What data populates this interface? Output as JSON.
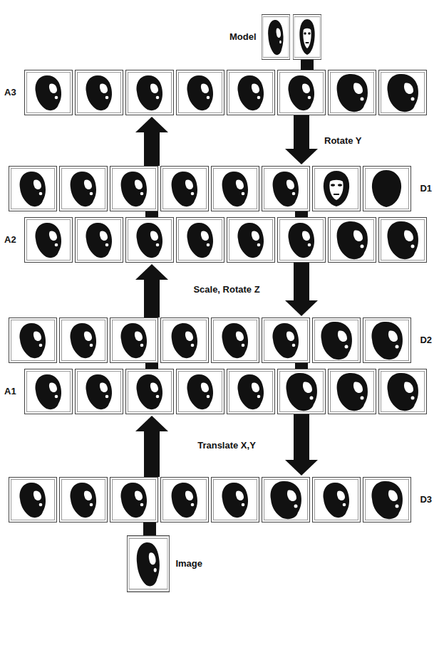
{
  "diagram": {
    "nodes": [
      {
        "text": [
          "Model"
        ]
      },
      {
        "text": [
          "A3"
        ]
      },
      {
        "text": [
          "D1"
        ]
      },
      {
        "text": [
          "A2"
        ]
      },
      {
        "text": [
          "D2"
        ]
      },
      {
        "text": [
          "A1"
        ]
      },
      {
        "text": [
          "D3"
        ]
      },
      {
        "text": [
          "Image"
        ]
      }
    ],
    "edges": [
      {
        "from": 0,
        "to": 1,
        "arrow": "none"
      },
      {
        "from": 1,
        "to": 2,
        "arrow": "to",
        "label": "Rotate Y"
      },
      {
        "from": 2,
        "to": 1,
        "arrow": "to"
      },
      {
        "from": 3,
        "to": 2,
        "arrow": "none"
      },
      {
        "from": 2,
        "to": 3,
        "arrow": "none"
      },
      {
        "from": 3,
        "to": 4,
        "arrow": "to",
        "label": "Scale, Rotate Z"
      },
      {
        "from": 4,
        "to": 3,
        "arrow": "to"
      },
      {
        "from": 5,
        "to": 4,
        "arrow": "none"
      },
      {
        "from": 4,
        "to": 5,
        "arrow": "none"
      },
      {
        "from": 5,
        "to": 6,
        "arrow": "to",
        "label": "Translate X,Y"
      },
      {
        "from": 6,
        "to": 5,
        "arrow": "to"
      },
      {
        "from": 7,
        "to": 6,
        "arrow": "none"
      }
    ]
  }
}
